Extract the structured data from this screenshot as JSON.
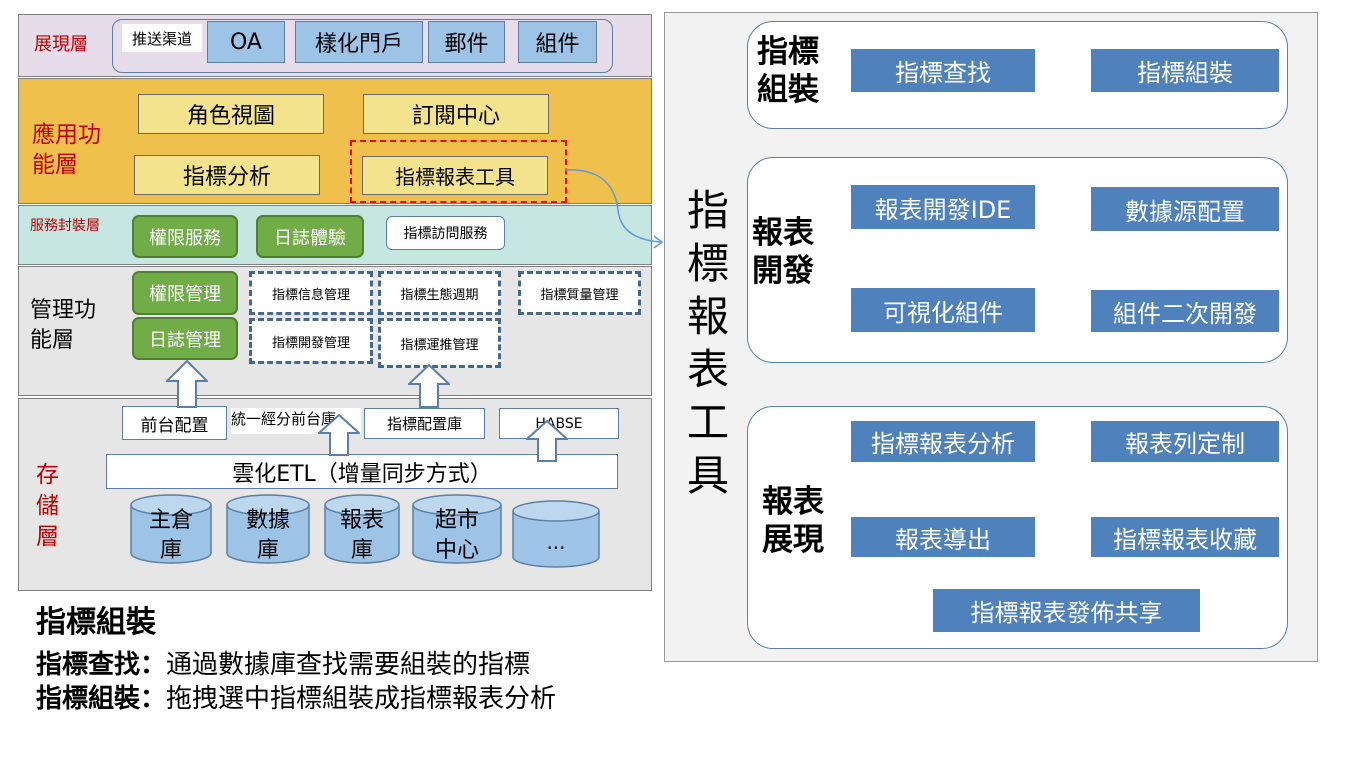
{
  "left_diagram": {
    "presentation_layer": {
      "title": "展現層",
      "push_channel_label": "推送渠道",
      "channels": [
        "OA",
        "樣化門戶",
        "郵件",
        "組件"
      ]
    },
    "application_layer": {
      "title": "應用功能層",
      "items": [
        "角色視圖",
        "訂閱中心",
        "指標分析",
        "指標報表工具"
      ]
    },
    "service_layer": {
      "title": "服務封裝層",
      "items": [
        "權限服務",
        "日誌體驗",
        "指標訪問服務"
      ]
    },
    "management_layer": {
      "title": "管理功能層",
      "items": [
        "權限管理",
        "日誌管理",
        "指標信息管理",
        "指標生態週期",
        "指標質量管理",
        "指標開發管理",
        "指標運推管理"
      ]
    },
    "storage_layer": {
      "title": "存儲層",
      "libraries": [
        "前台配置",
        "統一經分前台庫",
        "指標配置庫",
        "HABSE"
      ],
      "etl": "雲化ETL（增量同步方式）",
      "databases": [
        "主倉庫",
        "數據庫",
        "報表庫",
        "超市中心",
        "..."
      ]
    },
    "colors": {
      "layer_title_red": "#c00000",
      "green_button": "#70ad47",
      "highlight_dashed_red": "#ff0000"
    }
  },
  "right_panel": {
    "title": "指標報表工具",
    "sections": [
      {
        "title": "指標組裝",
        "items": [
          "指標查找",
          "指標組裝"
        ]
      },
      {
        "title": "報表開發",
        "items": [
          "報表開發IDE",
          "數據源配置",
          "可視化組件",
          "組件二次開發"
        ]
      },
      {
        "title": "報表展現",
        "items": [
          "指標報表分析",
          "報表列定制",
          "報表導出",
          "指標報表收藏",
          "指標報表發佈共享"
        ]
      }
    ],
    "colors": {
      "item_bg": "#4f81bd",
      "panel_bg": "#f2f2f2"
    }
  },
  "caption": {
    "heading": "指標組裝",
    "lines": [
      {
        "label": "指標查找：",
        "text": "通過數據庫查找需要組裝的指標"
      },
      {
        "label": "指標組裝：",
        "text": "拖拽選中指標組裝成指標報表分析"
      }
    ]
  }
}
